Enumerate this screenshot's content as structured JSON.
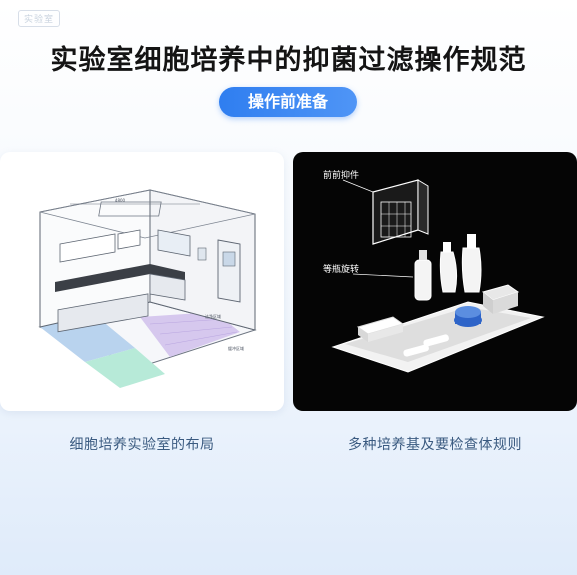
{
  "logo_text": "实验室",
  "title": "实验室细胞培养中的抑菌过滤操作规范",
  "section_badge": "操作前准备",
  "left_panel": {
    "dimension_label": "4800",
    "zone_label": "洁净区域",
    "zone_label_2": "缓冲区域",
    "caption": "细胞培养实验室的布局"
  },
  "right_panel": {
    "label_top": "前前抑件",
    "label_mid": "等瓶旋转",
    "caption": "多种培养基及要检查体规则"
  },
  "colors": {
    "accent": "#3b87f2",
    "title": "#141414",
    "caption": "#3a5a80",
    "floor_blue": "#b9d3ee",
    "floor_green": "#b7ead8",
    "floor_purple": "#d6c8ee"
  }
}
